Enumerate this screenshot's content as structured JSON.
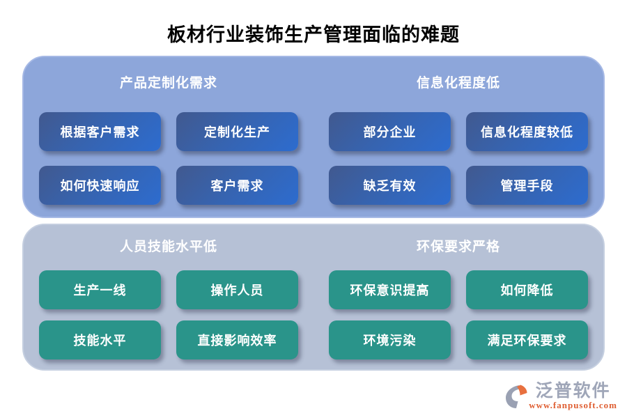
{
  "title": "板材行业装饰生产管理面临的难题",
  "panels": [
    {
      "id": "top",
      "style": "blue",
      "sections": [
        {
          "header": "产品定制化需求",
          "buttons": [
            "根据客户需求",
            "定制化生产",
            "如何快速响应",
            "客户需求"
          ]
        },
        {
          "header": "信息化程度低",
          "buttons": [
            "部分企业",
            "信息化程度较低",
            "缺乏有效",
            "管理手段"
          ]
        }
      ]
    },
    {
      "id": "bottom",
      "style": "teal",
      "sections": [
        {
          "header": "人员技能水平低",
          "buttons": [
            "生产一线",
            "操作人员",
            "技能水平",
            "直接影响效率"
          ]
        },
        {
          "header": "环保要求严格",
          "buttons": [
            "环保意识提高",
            "如何降低",
            "环境污染",
            "满足环保要求"
          ]
        }
      ]
    }
  ],
  "branding": {
    "name": "泛普软件",
    "url": "www.fanpusoft.com",
    "icon": "fanpu-logo-icon"
  },
  "colors": {
    "panel_top": "#8da6da",
    "panel_bottom": "#b6c1d6",
    "button_blue_start": "#41598f",
    "button_blue_end": "#2d6ccf",
    "button_teal": "#2a948a",
    "brand_gray": "#9fa6b8",
    "brand_orange": "#df5f33",
    "title_color": "#000000",
    "header_text": "#ffffff"
  }
}
